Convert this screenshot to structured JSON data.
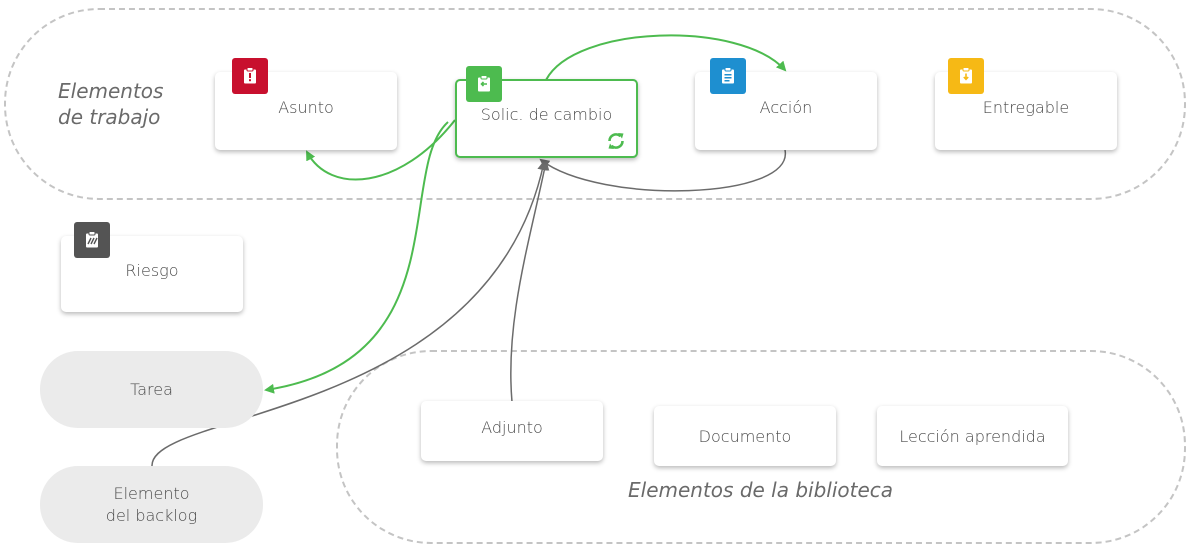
{
  "groups": {
    "work_items_line1": "Elementos",
    "work_items_line2": "de trabajo",
    "library_items": "Elementos de la biblioteca"
  },
  "cards": {
    "issue": "Asunto",
    "change_request": "Solic. de cambio",
    "action": "Acción",
    "deliverable": "Entregable",
    "risk": "Riesgo",
    "attachment": "Adjunto",
    "document": "Documento",
    "lesson_learned": "Lección aprendida"
  },
  "pills": {
    "task": "Tarea",
    "backlog_line1": "Elemento",
    "backlog_line2": "del backlog"
  },
  "colors": {
    "issue": "#c8102e",
    "change_request": "#4dbb4f",
    "action": "#1e8fd0",
    "deliverable": "#f6b915",
    "risk": "#545454",
    "green_connector": "#4dbb4f",
    "gray_connector": "#6b6b6b"
  },
  "icons": {
    "issue": "exclamation-clipboard-icon",
    "change_request": "swap-clipboard-icon",
    "action": "list-clipboard-icon",
    "deliverable": "download-clipboard-icon",
    "risk": "risk-clipboard-icon",
    "recurring": "refresh-icon"
  }
}
